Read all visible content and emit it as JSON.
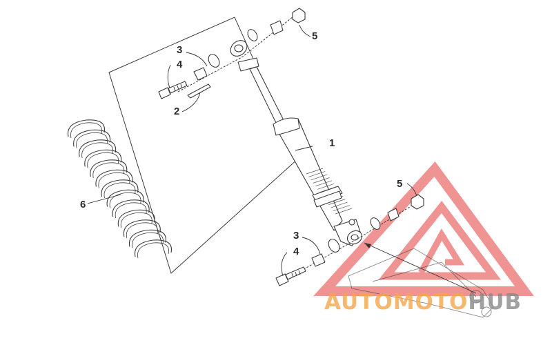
{
  "diagram": {
    "callouts": {
      "shock_absorber": "1",
      "pin_clip": "2",
      "bushing_upper": "3",
      "bolt_upper": "4",
      "nut_upper": "5",
      "spring": "6",
      "bushing_lower": "3",
      "bolt_lower": "4",
      "nut_lower": "5"
    }
  },
  "watermark": {
    "brand_part1": "AUTOMOTO",
    "brand_part2": "HUB",
    "colors": {
      "accent": "#f08a8a",
      "logo_red": "#e33b3b",
      "text_gray": "#8a8a8a",
      "text_orange": "#f5a64a"
    }
  }
}
